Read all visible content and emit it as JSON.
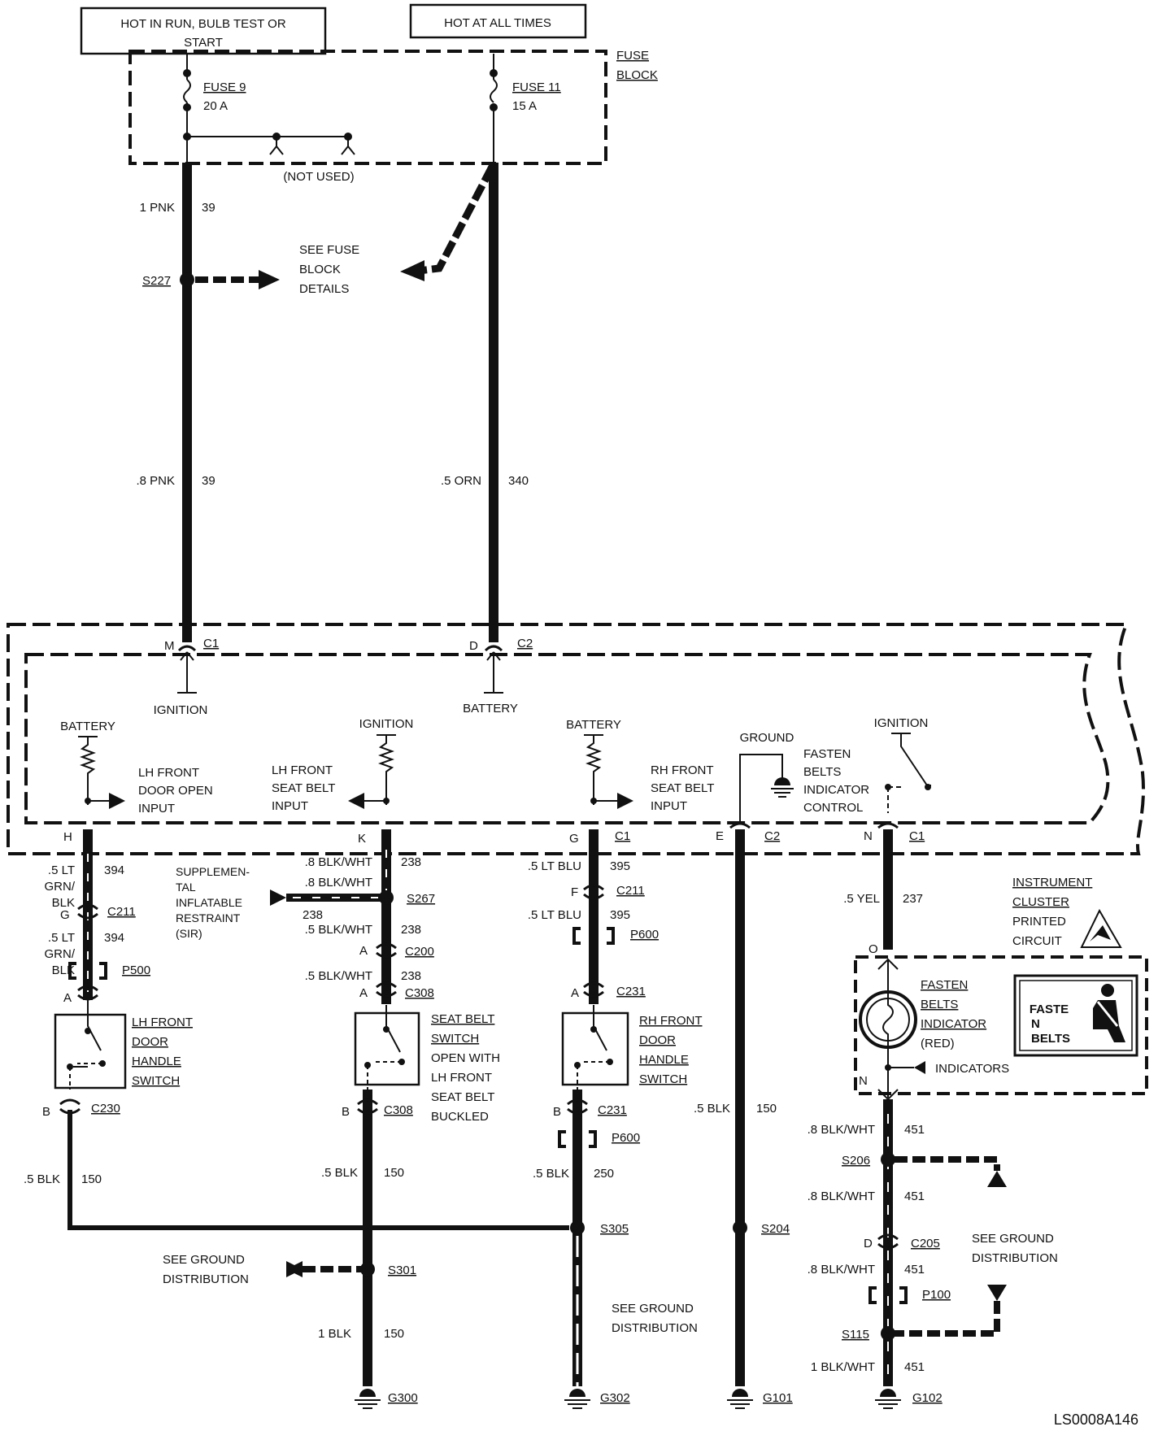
{
  "header": {
    "box_left": "HOT IN RUN, BULB TEST OR START",
    "box_left_l1": "HOT IN RUN, BULB TEST OR",
    "box_left_l2": "START",
    "box_right": "HOT AT ALL TIMES"
  },
  "fuse_block": {
    "label_l1": "FUSE",
    "label_l2": "BLOCK",
    "fuse9_name": "FUSE 9",
    "fuse9_rating": "20 A",
    "fuse11_name": "FUSE 11",
    "fuse11_rating": "15 A",
    "not_used": "(NOT USED)"
  },
  "upper_wires": {
    "w1_size": "1 PNK",
    "w1_circuit": "39",
    "splice_s227": "S227",
    "see_fuse_l1": "SEE FUSE",
    "see_fuse_l2": "BLOCK",
    "see_fuse_l3": "DETAILS",
    "w2_size": ".8 PNK",
    "w2_circuit": "39",
    "w3_size": ".5 ORN",
    "w3_circuit": "340"
  },
  "cluster_top": {
    "pin_m": "M",
    "c1_a": "C1",
    "pin_d": "D",
    "c2_a": "C2",
    "ignition_a": "IGNITION",
    "battery_a": "BATTERY"
  },
  "inputs": {
    "battery_1": "BATTERY",
    "lh_door_l1": "LH FRONT",
    "lh_door_l2": "DOOR OPEN",
    "lh_door_l3": "INPUT",
    "ignition_1": "IGNITION",
    "lh_seat_l1": "LH FRONT",
    "lh_seat_l2": "SEAT BELT",
    "lh_seat_l3": "INPUT",
    "battery_2": "BATTERY",
    "rh_seat_l1": "RH FRONT",
    "rh_seat_l2": "SEAT BELT",
    "rh_seat_l3": "INPUT",
    "ground_1": "GROUND",
    "fasten_ctrl_l1": "FASTEN",
    "fasten_ctrl_l2": "BELTS",
    "fasten_ctrl_l3": "INDICATOR",
    "fasten_ctrl_l4": "CONTROL",
    "ignition_2": "IGNITION"
  },
  "pins": {
    "h": "H",
    "k": "K",
    "g": "G",
    "c1_b": "C1",
    "e": "E",
    "c2_b": "C2",
    "n": "N",
    "c1_c": "C1"
  },
  "col1": {
    "w_a_l1": ".5 LT",
    "w_a_l2": "GRN/",
    "w_a_l3": "BLK",
    "w_a_circ": "394",
    "pin_g": "G",
    "conn_c211": "C211",
    "w_b_l1": ".5 LT",
    "w_b_l2": "GRN/",
    "w_b_l3": "BLK",
    "w_b_circ": "394",
    "conn_p500": "P500",
    "pin_a": "A",
    "sw_l1": "LH FRONT",
    "sw_l2": "DOOR",
    "sw_l3": "HANDLE",
    "sw_l4": "SWITCH",
    "pin_b": "B",
    "conn_c230": "C230",
    "w_c_size": ".5 BLK",
    "w_c_circ": "150"
  },
  "col2": {
    "w_a_size": ".8 BLK/WHT",
    "w_a_circ": "238",
    "sir_l1": "SUPPLEMEN-",
    "sir_l2": "TAL",
    "sir_l3": "INFLATABLE",
    "sir_l4": "RESTRAINT",
    "sir_l5": "(SIR)",
    "sir_w_size": ".8 BLK/WHT",
    "sir_w_circ": "238",
    "splice_s267": "S267",
    "w_b_size": ".5 BLK/WHT",
    "w_b_circ": "238",
    "pin_a1": "A",
    "conn_c200": "C200",
    "w_c_size": ".5 BLK/WHT",
    "w_c_circ": "238",
    "pin_a2": "A",
    "conn_c308": "C308",
    "sw_l1": "SEAT BELT",
    "sw_l2": "SWITCH",
    "sw_l3": "OPEN WITH",
    "sw_l4": "LH FRONT",
    "sw_l5": "SEAT BELT",
    "sw_l6": "BUCKLED",
    "pin_b": "B",
    "conn_c308b": "C308",
    "w_d_size": ".5 BLK",
    "w_d_circ": "150",
    "see_gnd_l1": "SEE GROUND",
    "see_gnd_l2": "DISTRIBUTION",
    "splice_s301": "S301",
    "w_e_size": "1 BLK",
    "w_e_circ": "150",
    "ground": "G300"
  },
  "col3": {
    "w_a_size": ".5 LT BLU",
    "w_a_circ": "395",
    "pin_f": "F",
    "conn_c211": "C211",
    "w_b_size": ".5 LT BLU",
    "w_b_circ": "395",
    "conn_p600a": "P600",
    "pin_a": "A",
    "conn_c231a": "C231",
    "sw_l1": "RH FRONT",
    "sw_l2": "DOOR",
    "sw_l3": "HANDLE",
    "sw_l4": "SWITCH",
    "pin_b": "B",
    "conn_c231b": "C231",
    "conn_p600b": "P600",
    "w_c_size": ".5 BLK",
    "w_c_circ": "250",
    "splice_s305": "S305",
    "see_gnd_l1": "SEE GROUND",
    "see_gnd_l2": "DISTRIBUTION",
    "ground": "G302"
  },
  "col4": {
    "w_size": ".5 BLK",
    "w_circ": "150",
    "splice_s204": "S204",
    "ground": "G101"
  },
  "col5": {
    "w_a_size": ".5 YEL",
    "w_a_circ": "237",
    "ipc_l1": "INSTRUMENT",
    "ipc_l2": "CLUSTER",
    "ipc_l3": "PRINTED",
    "ipc_l4": "CIRCUIT",
    "pin_o": "O",
    "ind_l1": "FASTEN",
    "ind_l2": "BELTS",
    "ind_l3": "INDICATOR",
    "ind_l4": "(RED)",
    "indicators": "INDICATORS",
    "display_l1": "FASTE",
    "display_l2": "N",
    "display_l3": "BELTS",
    "pin_n": "N",
    "w_b_size": ".8 BLK/WHT",
    "w_b_circ": "451",
    "splice_s206": "S206",
    "w_c_size": ".8 BLK/WHT",
    "w_c_circ": "451",
    "pin_d": "D",
    "conn_c205": "C205",
    "see_gnd_l1": "SEE GROUND",
    "see_gnd_l2": "DISTRIBUTION",
    "w_d_size": ".8 BLK/WHT",
    "w_d_circ": "451",
    "conn_p100": "P100",
    "splice_s115": "S115",
    "w_e_size": "1 BLK/WHT",
    "w_e_circ": "451",
    "ground": "G102"
  },
  "footer": {
    "code": "LS0008A146"
  }
}
